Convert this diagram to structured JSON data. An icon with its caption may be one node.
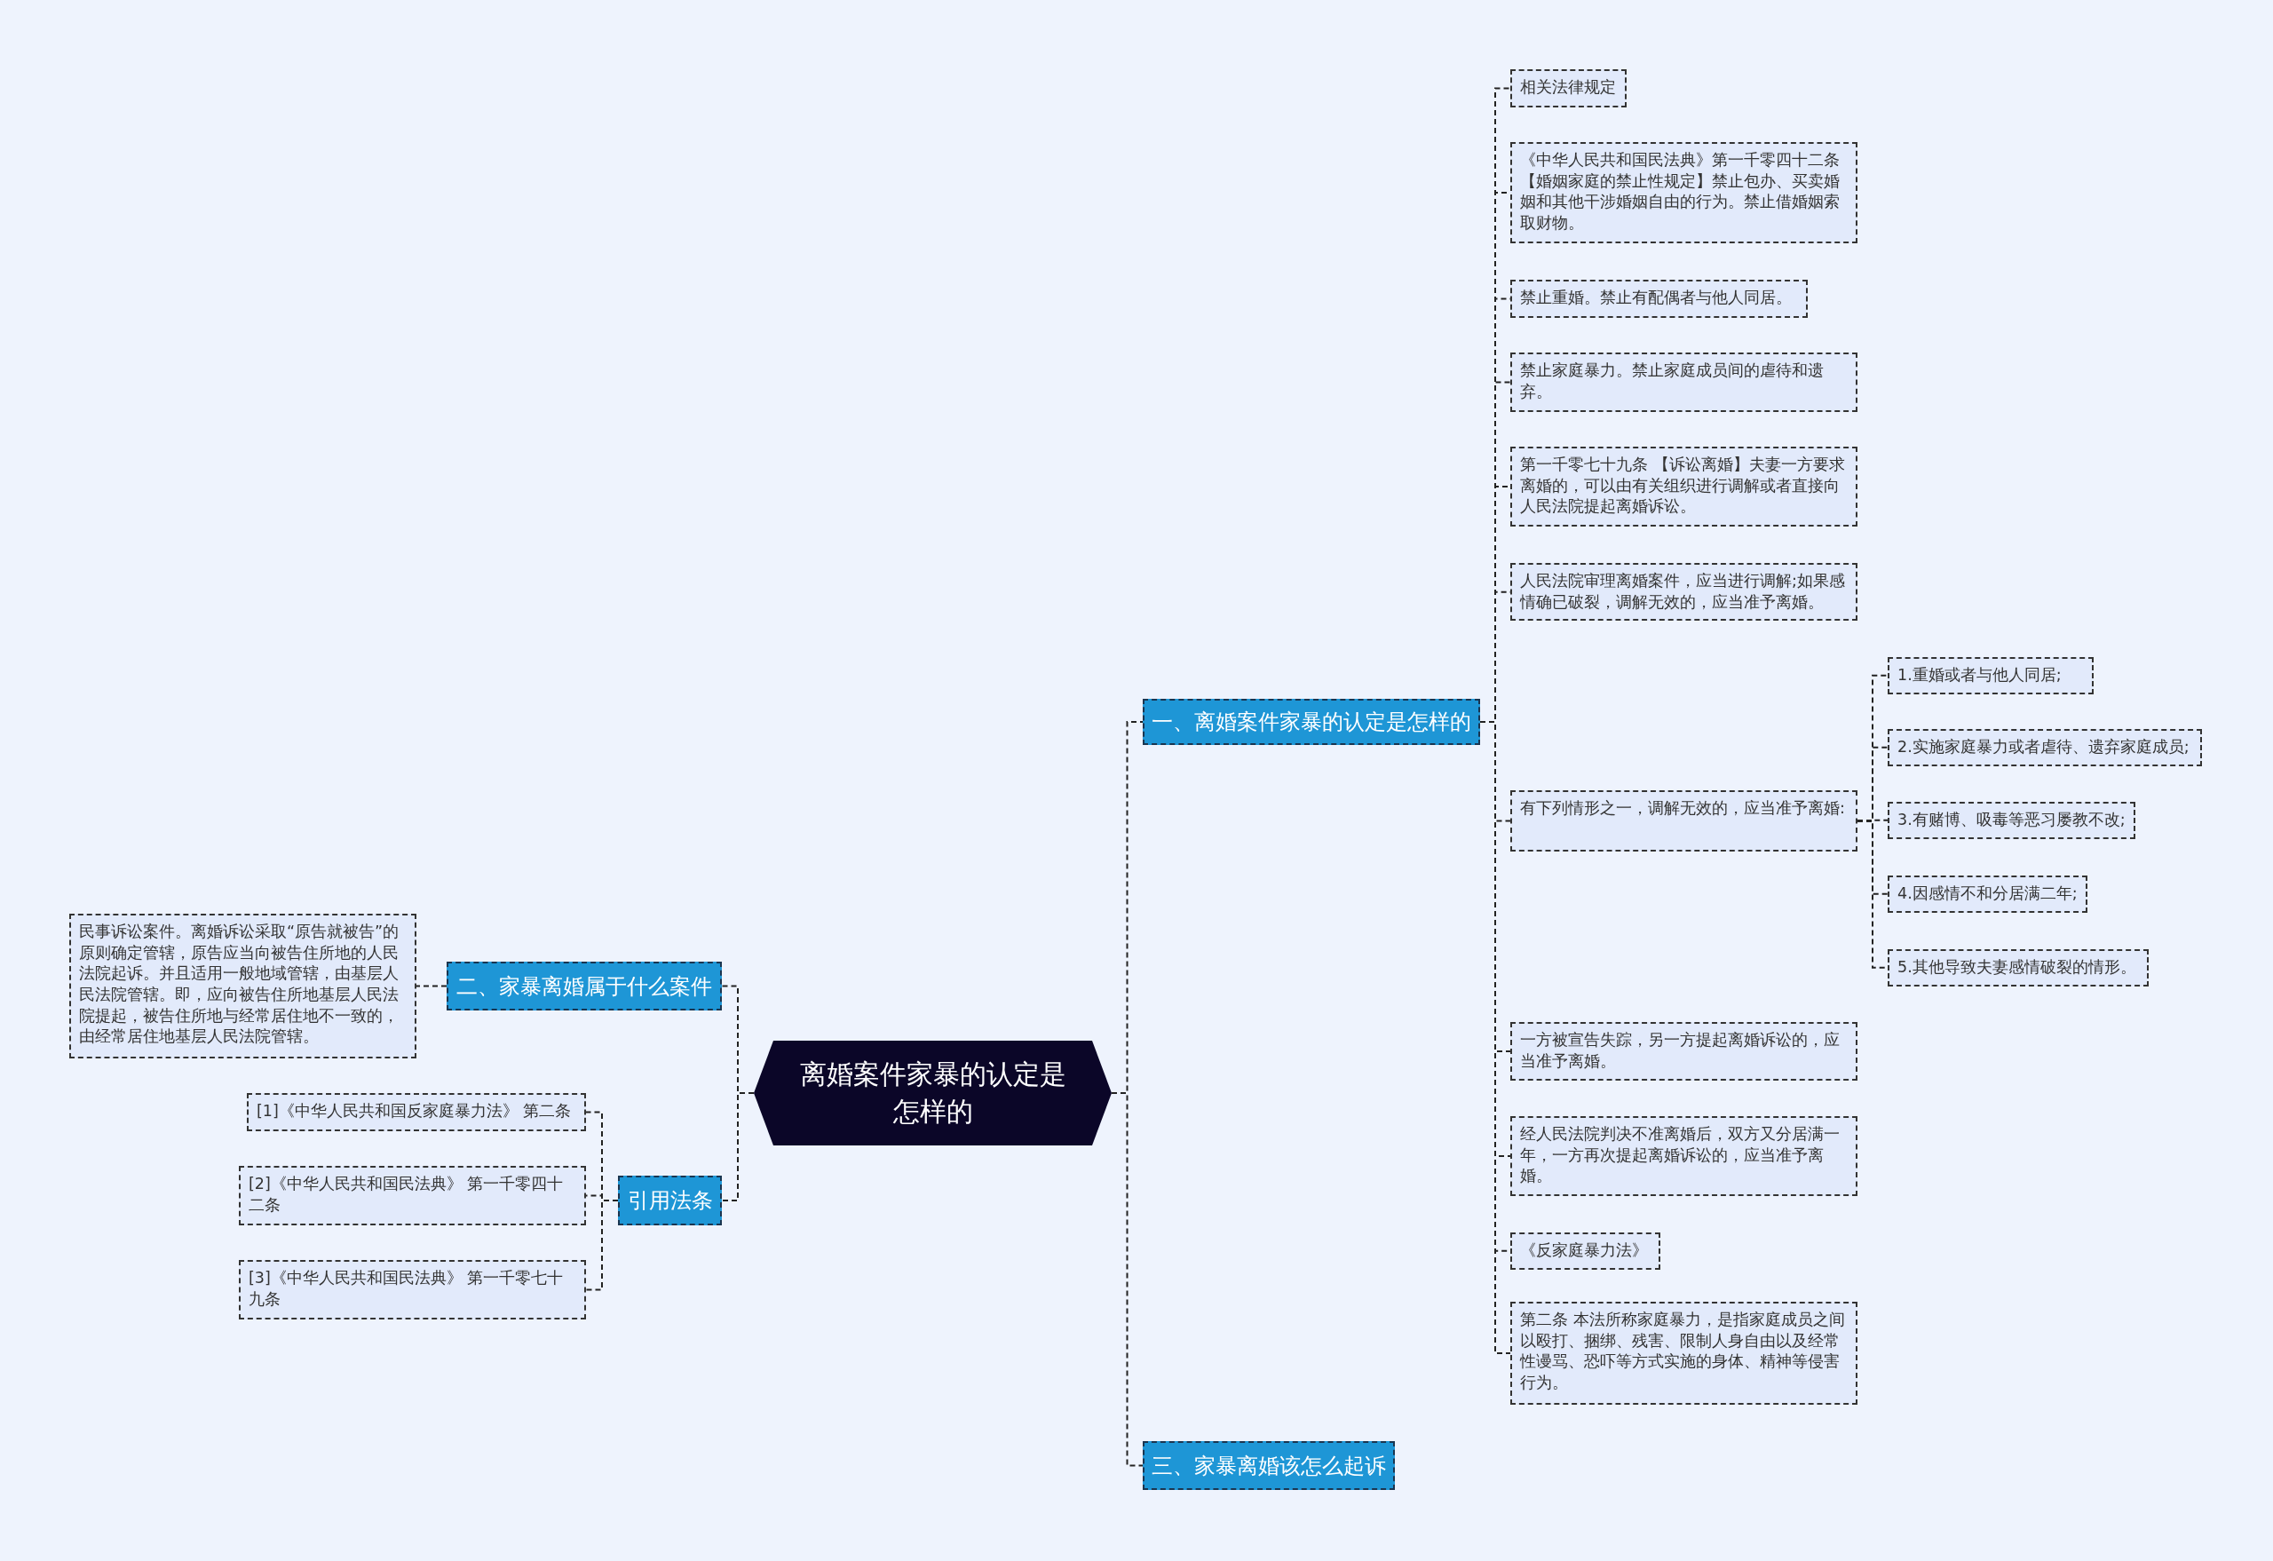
{
  "diagram": {
    "nodes": [
      {
        "text": [
          "离婚案件家暴的认定是怎样的"
        ]
      },
      {
        "text": [
          "一、离婚案件家暴的认定是怎样的"
        ]
      },
      {
        "text": [
          "相关法律规定"
        ]
      },
      {
        "text": [
          "《中华人民共和国民法典》第一千零四十二条【婚姻家庭的禁止性规定】禁止包办、买卖婚姻和其他干涉婚姻自由的行为。禁止借婚姻索取财物。"
        ]
      },
      {
        "text": [
          "禁止重婚。禁止有配偶者与他人同居。"
        ]
      },
      {
        "text": [
          "禁止家庭暴力。禁止家庭成员间的虐待和遗弃。"
        ]
      },
      {
        "text": [
          "第一千零七十九条 【诉讼离婚】夫妻一方要求离婚的，可以由有关组织进行调解或者直接向人民法院提起离婚诉讼。"
        ]
      },
      {
        "text": [
          "人民法院审理离婚案件，应当进行调解;如果感情确已破裂，调解无效的，应当准予离婚。"
        ]
      },
      {
        "text": [
          "有下列情形之一，调解无效的，应当准予离婚:"
        ]
      },
      {
        "text": [
          "1.重婚或者与他人同居;"
        ]
      },
      {
        "text": [
          "2.实施家庭暴力或者虐待、遗弃家庭成员;"
        ]
      },
      {
        "text": [
          "3.有赌博、吸毒等恶习屡教不改;"
        ]
      },
      {
        "text": [
          "4.因感情不和分居满二年;"
        ]
      },
      {
        "text": [
          "5.其他导致夫妻感情破裂的情形。"
        ]
      },
      {
        "text": [
          "一方被宣告失踪，另一方提起离婚诉讼的，应当准予离婚。"
        ]
      },
      {
        "text": [
          "经人民法院判决不准离婚后，双方又分居满一年，一方再次提起离婚诉讼的，应当准予离婚。"
        ]
      },
      {
        "text": [
          "《反家庭暴力法》"
        ]
      },
      {
        "text": [
          "第二条 本法所称家庭暴力，是指家庭成员之间以殴打、捆绑、残害、限制人身自由以及经常性谩骂、恐吓等方式实施的身体、精神等侵害行为。"
        ]
      },
      {
        "text": [
          "二、家暴离婚属于什么案件"
        ]
      },
      {
        "text": [
          "民事诉讼案件。离婚诉讼采取“原告就被告”的原则确定管辖，原告应当向被告住所地的人民法院起诉。并且适用一般地域管辖，由基层人民法院管辖。即，应向被告住所地基层人民法院提起，被告住所地与经常居住地不一致的，由经常居住地基层人民法院管辖。"
        ]
      },
      {
        "text": [
          "引用法条"
        ]
      },
      {
        "text": [
          "[1]《中华人民共和国反家庭暴力法》 第二条"
        ]
      },
      {
        "text": [
          "[2]《中华人民共和国民法典》 第一千零四十二条"
        ]
      },
      {
        "text": [
          "[3]《中华人民共和国民法典》 第一千零七十九条"
        ]
      },
      {
        "text": [
          "三、家暴离婚该怎么起诉"
        ]
      }
    ],
    "edges": [
      {
        "from": 0,
        "to": 1,
        "arrow": "none"
      },
      {
        "from": 1,
        "to": 2,
        "arrow": "none"
      },
      {
        "from": 1,
        "to": 3,
        "arrow": "none"
      },
      {
        "from": 1,
        "to": 4,
        "arrow": "none"
      },
      {
        "from": 1,
        "to": 5,
        "arrow": "none"
      },
      {
        "from": 1,
        "to": 6,
        "arrow": "none"
      },
      {
        "from": 1,
        "to": 7,
        "arrow": "none"
      },
      {
        "from": 1,
        "to": 8,
        "arrow": "none"
      },
      {
        "from": 8,
        "to": 9,
        "arrow": "none"
      },
      {
        "from": 8,
        "to": 10,
        "arrow": "none"
      },
      {
        "from": 8,
        "to": 11,
        "arrow": "none"
      },
      {
        "from": 8,
        "to": 12,
        "arrow": "none"
      },
      {
        "from": 8,
        "to": 13,
        "arrow": "none"
      },
      {
        "from": 1,
        "to": 14,
        "arrow": "none"
      },
      {
        "from": 1,
        "to": 15,
        "arrow": "none"
      },
      {
        "from": 1,
        "to": 16,
        "arrow": "none"
      },
      {
        "from": 1,
        "to": 17,
        "arrow": "none"
      },
      {
        "from": 0,
        "to": 18,
        "arrow": "none"
      },
      {
        "from": 18,
        "to": 19,
        "arrow": "none"
      },
      {
        "from": 0,
        "to": 20,
        "arrow": "none"
      },
      {
        "from": 20,
        "to": 21,
        "arrow": "none"
      },
      {
        "from": 20,
        "to": 22,
        "arrow": "none"
      },
      {
        "from": 20,
        "to": 23,
        "arrow": "none"
      },
      {
        "from": 0,
        "to": 24,
        "arrow": "none"
      }
    ]
  }
}
